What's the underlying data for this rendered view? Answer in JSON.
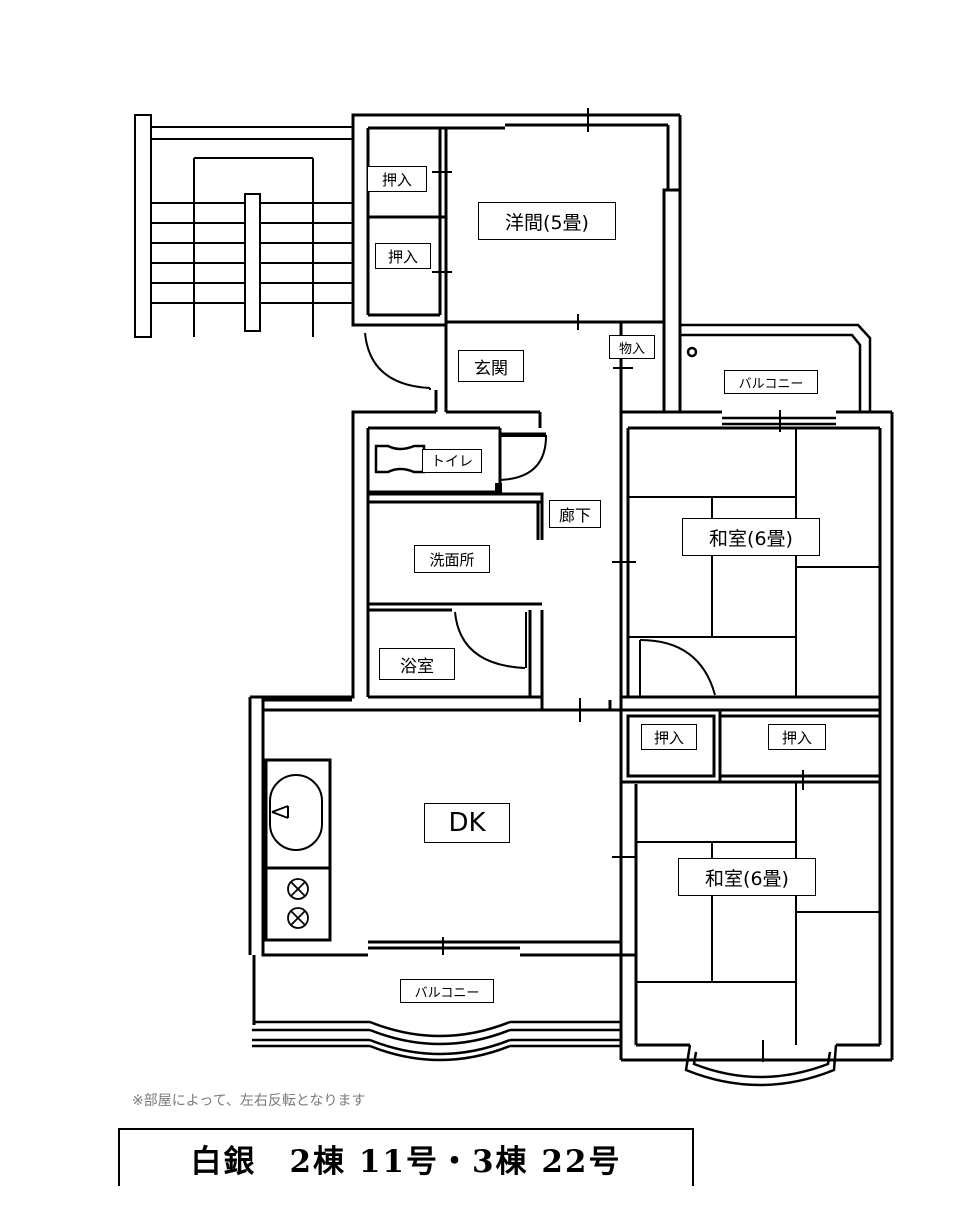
{
  "rooms": {
    "western_room": "洋間(5畳)",
    "closet_top": "押入",
    "closet_mid": "押入",
    "entrance": "玄関",
    "storage": "物入",
    "balcony_top": "バルコニー",
    "toilet": "トイレ",
    "hallway": "廊下",
    "washroom": "洗面所",
    "bathroom": "浴室",
    "japanese_room_1": "和室(6畳)",
    "closet_small": "押入",
    "closet_right": "押入",
    "dk": "DK",
    "japanese_room_2": "和室(6畳)",
    "balcony_bottom": "バルコニー"
  },
  "note": "※部屋によって、左右反転となります",
  "title": "白銀　2棟 11号・3棟 22号"
}
